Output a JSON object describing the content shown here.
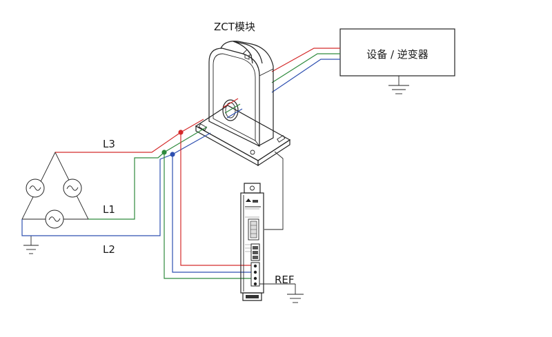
{
  "diagram": {
    "ct_module_label": "ZCT模块",
    "equipment_label": "设备 / 逆变器",
    "phase_labels": {
      "l1": "L1",
      "l2": "L2",
      "l3": "L3"
    },
    "ref_label": "REF"
  },
  "colors": {
    "l3_wire": "#d42a2a",
    "l1_wire": "#2e8a3c",
    "l2_wire": "#2d4fb0",
    "line": "#222222"
  },
  "icons": [
    "ac-source-icon",
    "ground-icon",
    "arrow-icon"
  ]
}
